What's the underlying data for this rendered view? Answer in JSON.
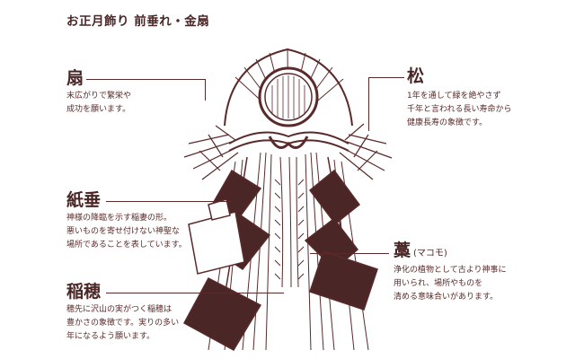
{
  "title": "お正月飾り 前垂れ・金扇",
  "parts": {
    "ougi": {
      "label": "扇",
      "desc": [
        "末広がりで繁栄や",
        "成功を願います。"
      ]
    },
    "matsu": {
      "label": "松",
      "desc": [
        "1年を通して緑を絶やさず",
        "千年と言われる長い寿命から",
        "健康長寿の象徴です。"
      ]
    },
    "shide": {
      "label": "紙垂",
      "desc": [
        "神様の降臨を示す稲妻の形。",
        "悪いものを寄せ付けない神聖な",
        "場所であることを表しています。"
      ]
    },
    "wara": {
      "label": "藁",
      "sub": "(マコモ)",
      "desc": [
        "浄化の植物として古より神事に",
        "用いられ、場所やものを",
        "清める意味合いがあります。"
      ]
    },
    "inaho": {
      "label": "稲穂",
      "desc": [
        "穂先に沢山の実がつく稲穂は",
        "豊かさの象徴です。実りの多い",
        "年になるよう願います。"
      ]
    }
  },
  "colors": {
    "ink": "#5a2a2a",
    "dark": "#4a2626",
    "paper": "#ffffff"
  }
}
